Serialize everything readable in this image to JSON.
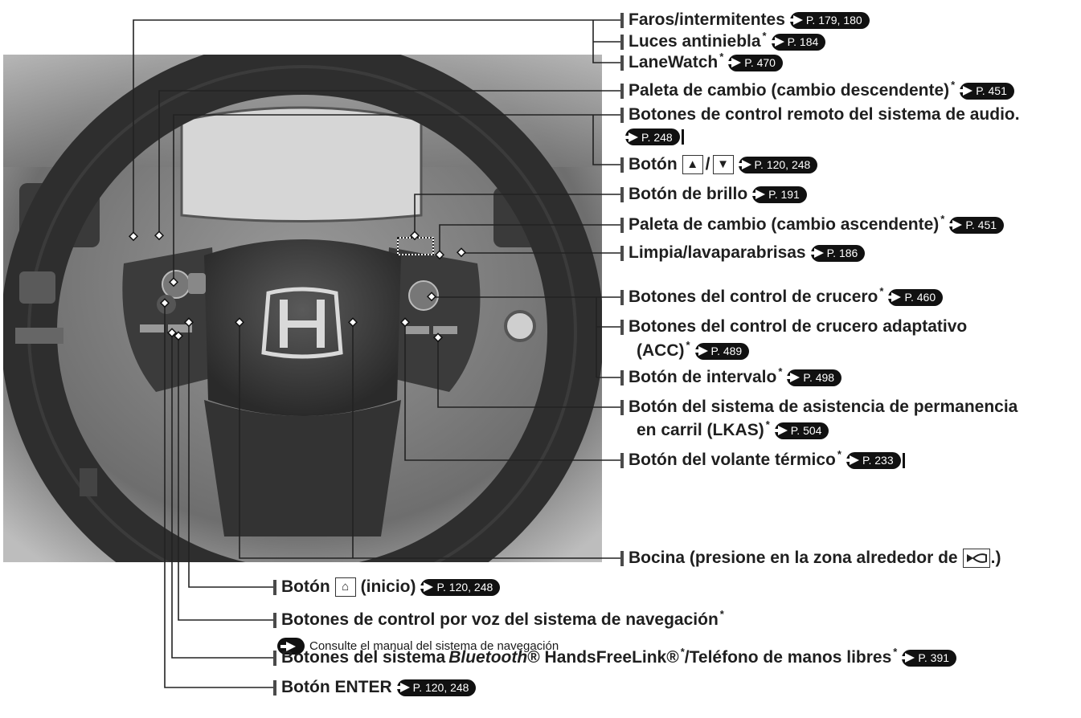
{
  "labels": {
    "faros": {
      "text": "Faros/intermitentes",
      "ref": "P. 179, 180"
    },
    "antiniebla": {
      "text": "Luces antiniebla",
      "asterisk": "*",
      "ref": "P. 184"
    },
    "lanewatch": {
      "text": "LaneWatch",
      "asterisk": "*",
      "ref": "P. 470"
    },
    "paleta_desc": {
      "text": "Paleta de cambio (cambio descendente)",
      "asterisk": "*",
      "ref": "P. 451"
    },
    "audio_line1": {
      "text": "Botones de control remoto del sistema de audio."
    },
    "audio_line2": {
      "ref": "P. 248"
    },
    "updown": {
      "text_before": "Botón",
      "up_symbol": "▲",
      "slash": "/",
      "down_symbol": "▼",
      "ref": "P. 120, 248"
    },
    "brillo": {
      "text": "Botón de brillo",
      "ref": "P. 191"
    },
    "paleta_asc": {
      "text": "Paleta de cambio (cambio ascendente)",
      "asterisk": "*",
      "ref": "P. 451"
    },
    "limpia": {
      "text": "Limpia/lavaparabrisas",
      "ref": "P. 186"
    },
    "crucero": {
      "text": "Botones del control de crucero",
      "asterisk": "*",
      "ref": "P. 460"
    },
    "acc_line1": {
      "text": "Botones del control de crucero adaptativo"
    },
    "acc_line2": {
      "text": "(ACC)",
      "asterisk": "*",
      "ref": "P. 489"
    },
    "intervalo": {
      "text": "Botón de intervalo",
      "asterisk": "*",
      "ref": "P. 498"
    },
    "lkas_line1": {
      "text": "Botón del sistema de asistencia de permanencia"
    },
    "lkas_line2": {
      "text": "en carril (LKAS)",
      "asterisk": "*",
      "ref": "P. 504"
    },
    "volante": {
      "text": "Botón del volante térmico",
      "asterisk": "*",
      "ref": "P. 233"
    },
    "bocina": {
      "text_before": "Bocina (presione en la zona alrededor de",
      "text_after": ".)"
    },
    "inicio": {
      "text_before": "Botón",
      "home_symbol": "⌂",
      "text_after": "(inicio)",
      "ref": "P. 120, 248"
    },
    "voz": {
      "text": "Botones de control por voz del sistema de navegación",
      "asterisk": "*"
    },
    "voz_sub": {
      "text": "Consulte el manual del sistema de navegación"
    },
    "bluetooth": {
      "text_italic": "Bluetooth",
      "text_rest": "® HandsFreeLink®",
      "asterisk1": "*",
      "text_rest2": "/Teléfono de manos libres",
      "asterisk2": "*",
      "ref": "P. 391",
      "prefix": "Botones del sistema"
    },
    "enter": {
      "text": "Botón ENTER",
      "ref": "P. 120, 248"
    }
  },
  "icons": [
    "reference-arrow-icon",
    "up-arrow-button-icon",
    "down-arrow-button-icon",
    "horn-icon",
    "home-icon"
  ],
  "colors": {
    "text": "#1f1f1f",
    "ref_badge": "#111111",
    "leader_line": "#222222",
    "photo_base": "#8a8a8a"
  }
}
